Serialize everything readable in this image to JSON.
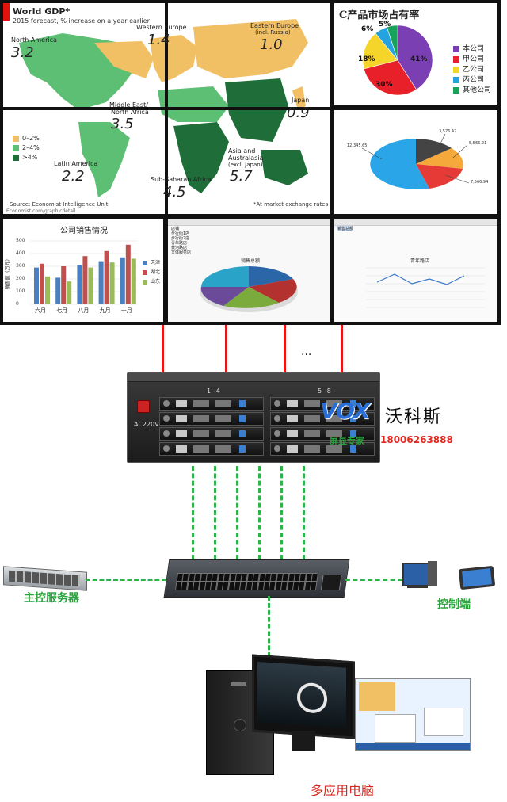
{
  "map": {
    "title": "World GDP*",
    "subtitle": "2015 forecast, % increase on a year earlier",
    "regions": [
      {
        "name": "North America",
        "value": "3.2"
      },
      {
        "name": "Western Europe",
        "value": "1.4"
      },
      {
        "name": "Eastern Europe",
        "sub": "(incl. Russia)",
        "value": "1.0"
      },
      {
        "name": "Middle East/",
        "name2": "North Africa",
        "value": "3.5"
      },
      {
        "name": "Japan",
        "value": "0.9"
      },
      {
        "name": "Latin America",
        "value": "2.2"
      },
      {
        "name": "Sub-Saharan Africa",
        "value": "4.5"
      },
      {
        "name": "Asia and",
        "name2": "Australasia",
        "sub": "(excl. Japan)",
        "value": "5.7"
      }
    ],
    "legend": [
      "0–2%",
      "2–4%",
      ">4%"
    ],
    "source": "Source: Economist Intelligence Unit",
    "footnote": "*At market exchange rates",
    "url": "Economist.com/graphicdetail"
  },
  "pie1": {
    "title": "C产品市场占有率",
    "labels": [
      "本公司",
      "甲公司",
      "乙公司",
      "丙公司",
      "其他公司"
    ],
    "values": [
      "41%",
      "30%",
      "18%",
      "6%",
      "5%"
    ],
    "colors": [
      "#7a3fb3",
      "#e8202a",
      "#f5d52a",
      "#25a3e0",
      "#19a35a"
    ]
  },
  "pie2": {
    "labels": [
      "3,576.42",
      "5,566.21",
      "7,566.94",
      "12,345.65"
    ]
  },
  "bar_chart": {
    "title": "公司销售情况",
    "ylabel": "销售额（万元）",
    "categories": [
      "六月",
      "七月",
      "八月",
      "九月",
      "十月"
    ],
    "legend": [
      "天津",
      "湖北",
      "山东"
    ],
    "yticks": [
      "500",
      "400",
      "300",
      "200",
      "100",
      "0"
    ]
  },
  "sheet1": {
    "chart_title": "销售总额",
    "rows": [
      "店铺",
      "步行街1店",
      "步行街2店",
      "青年路店",
      "黄河路店",
      "文体服务店"
    ]
  },
  "sheet2": {
    "chart_title": "青年路店",
    "header_cell": "销售总额"
  },
  "chassis": {
    "model": "AC220V",
    "slot_left": "1~4",
    "slot_right": "5~8",
    "ellipsis": "..."
  },
  "brand": {
    "logo": "VOX",
    "name": "沃科斯",
    "tag": "屏显专家",
    "phone": "18006263888"
  },
  "nodes": {
    "server": "主控服务器",
    "control": "控制端",
    "pc": "多应用电脑"
  },
  "chart_data": [
    {
      "type": "pie",
      "title": "C产品市场占有率",
      "categories": [
        "本公司",
        "甲公司",
        "乙公司",
        "丙公司",
        "其他公司"
      ],
      "values": [
        41,
        30,
        18,
        6,
        5
      ]
    },
    {
      "type": "bar",
      "title": "公司销售情况",
      "ylabel": "销售额（万元）",
      "categories": [
        "六月",
        "七月",
        "八月",
        "九月",
        "十月"
      ],
      "series": [
        {
          "name": "天津",
          "values": [
            290,
            210,
            310,
            340,
            370
          ]
        },
        {
          "name": "湖北",
          "values": [
            320,
            300,
            380,
            420,
            470
          ]
        },
        {
          "name": "山东",
          "values": [
            220,
            180,
            290,
            330,
            360
          ]
        }
      ],
      "ylim": [
        0,
        500
      ]
    }
  ]
}
